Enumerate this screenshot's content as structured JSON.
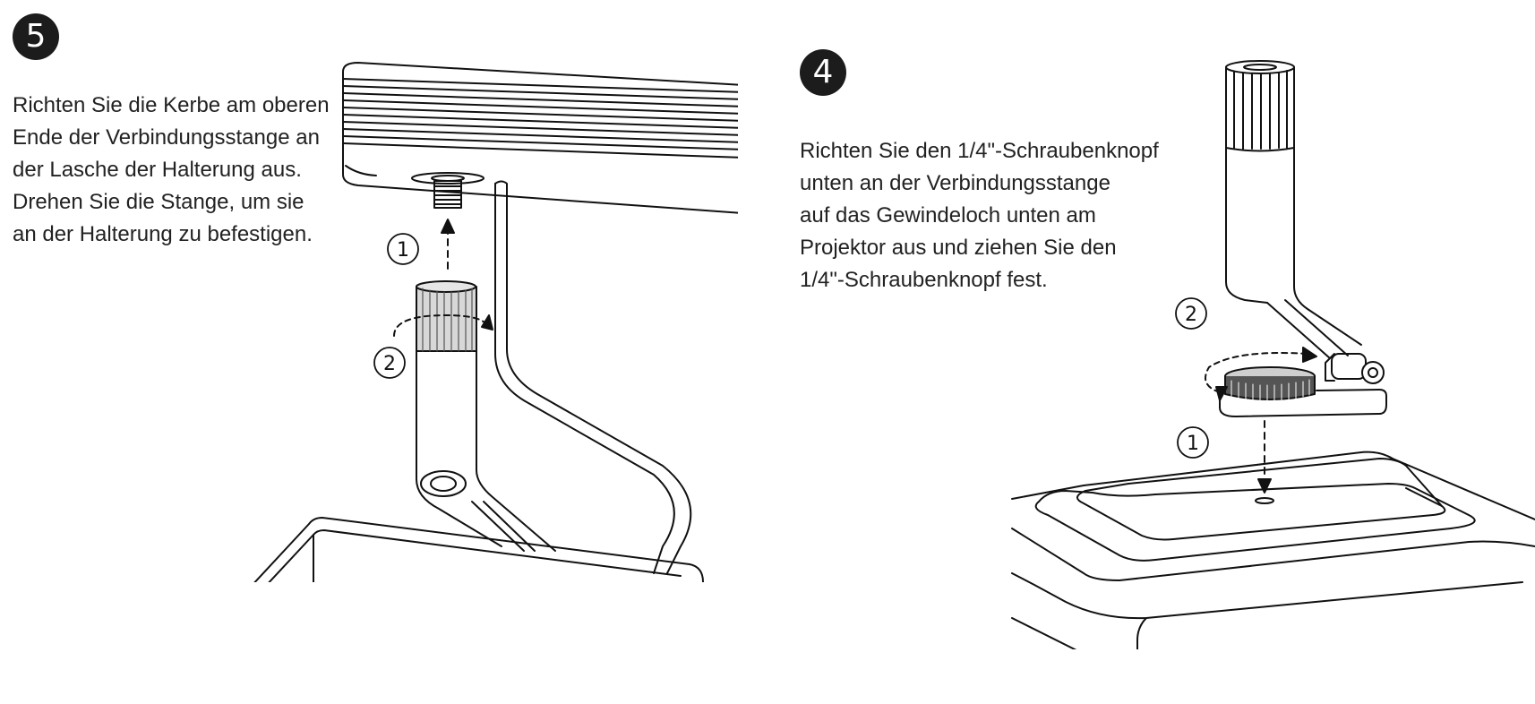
{
  "panels": [
    {
      "step_number": "5",
      "instruction_lines": [
        "Richten Sie die Kerbe am oberen",
        "Ende der Verbindungsstange an",
        "der Lasche der Halterung aus.",
        "Drehen Sie die Stange, um sie",
        "an der Halterung zu befestigen."
      ],
      "callouts": [
        "1",
        "2"
      ]
    },
    {
      "step_number": "4",
      "instruction_lines": [
        "Richten Sie den 1/4\"-Schraubenknopf",
        "unten an der Verbindungsstange",
        "auf das Gewindeloch unten am",
        "Projektor aus und ziehen Sie den",
        "1/4\"-Schraubenknopf fest."
      ],
      "callouts": [
        "1",
        "2"
      ]
    }
  ]
}
